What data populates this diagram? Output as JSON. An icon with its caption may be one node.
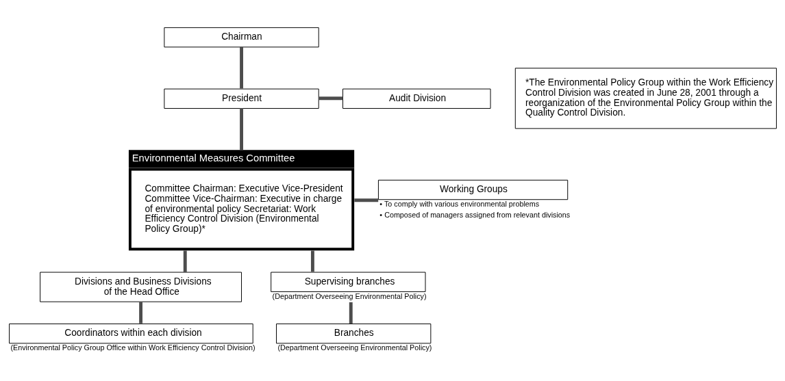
{
  "diagram": {
    "nodes": [
      {
        "text": [
          "Chairman"
        ]
      },
      {
        "text": [
          "President"
        ]
      },
      {
        "text": [
          "Audit Division"
        ]
      },
      {
        "text": [
          "Environmental Measures Committee",
          "Committee Chairman: Executive Vice-President Committee Vice-Chairman: Executive in charge of environmental policy Secretariat: Work Efficiency Control Division (Environmental Policy Group)*"
        ]
      },
      {
        "text": [
          "Working Groups"
        ],
        "beside": [
          "• To comply with various environmental problems",
          "• Composed of managers assigned from relevant divisions"
        ]
      },
      {
        "text": [
          "Divisions and Business Divisions of the Head Office"
        ]
      },
      {
        "text": [
          "Supervising branches"
        ],
        "beside": [
          "(Department Overseeing Environmental Policy)"
        ]
      },
      {
        "text": [
          "Coordinators within each division"
        ],
        "beside": [
          "(Environmental Policy Group Office within Work Efficiency Control Division)"
        ]
      },
      {
        "text": [
          "Branches"
        ],
        "beside": [
          "(Department Overseeing Environmental Policy)"
        ]
      },
      {
        "text": [
          "*The Environmental Policy Group within the Work Efficiency Control Division was created in June 28, 2001 through a reorganization of the Environmental Policy Group within the Quality Control Division."
        ]
      }
    ],
    "edges": [
      {
        "from": 0,
        "to": 1,
        "arrow": "none"
      },
      {
        "from": 1,
        "to": 3,
        "arrow": "none"
      },
      {
        "from": 1,
        "to": 2,
        "arrow": "none"
      },
      {
        "from": 3,
        "to": 4,
        "arrow": "none"
      },
      {
        "from": 3,
        "to": 5,
        "arrow": "none"
      },
      {
        "from": 3,
        "to": 6,
        "arrow": "none"
      },
      {
        "from": 5,
        "to": 7,
        "arrow": "none"
      },
      {
        "from": 6,
        "to": 8,
        "arrow": "none"
      }
    ]
  }
}
